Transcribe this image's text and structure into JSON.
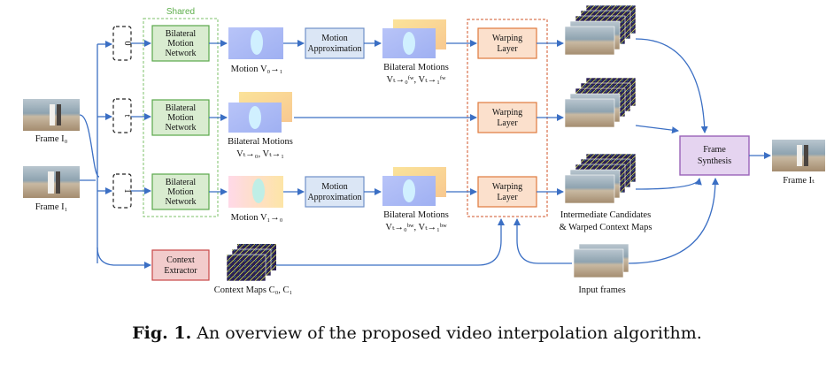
{
  "shared_label": "Shared",
  "frames": {
    "frame0": "Frame I₀",
    "frame1": "Frame I₁",
    "output": "Frame Iₜ"
  },
  "time_tokens": [
    "0",
    "t",
    "1"
  ],
  "bmn_label": [
    "Bilateral",
    "Motion",
    "Network"
  ],
  "motion_approx_label": [
    "Motion",
    "Approximation"
  ],
  "warping_label": [
    "Warping",
    "Layer"
  ],
  "context_label": [
    "Context",
    "Extractor"
  ],
  "synthesis_label": [
    "Frame",
    "Synthesis"
  ],
  "labels": {
    "motion_top": "Motion V₀→₁",
    "motion_bottom": "Motion V₁→₀",
    "bilateral_motions": "Bilateral Motions",
    "fw_sub": "Vₜ→₀ᶠʷ, Vₜ→₁ᶠʷ",
    "mid_sub": "Vₜ→₀, Vₜ→₁",
    "bw_sub": "Vₜ→₀ᵇʷ, Vₜ→₁ᵇʷ",
    "context_maps": "Context Maps C₀, C₁",
    "intermediate_1": "Intermediate Candidates",
    "intermediate_2": "& Warped Context Maps",
    "input_frames": "Input frames"
  },
  "caption": {
    "prefix": "Fig. 1.",
    "text": " An overview of the proposed video interpolation algorithm."
  },
  "colors": {
    "arrow": "#3b6fc4",
    "green_fill": "#d9ecd0",
    "green_stroke": "#5aa84a",
    "blue_fill": "#dbe6f5",
    "blue_stroke": "#6f8fc9",
    "orange_fill": "#fbe0cc",
    "orange_stroke": "#e07a3c",
    "red_fill": "#f2cccc",
    "red_stroke": "#c94848",
    "purple_fill": "#e5d4f0",
    "purple_stroke": "#9a63b8"
  }
}
